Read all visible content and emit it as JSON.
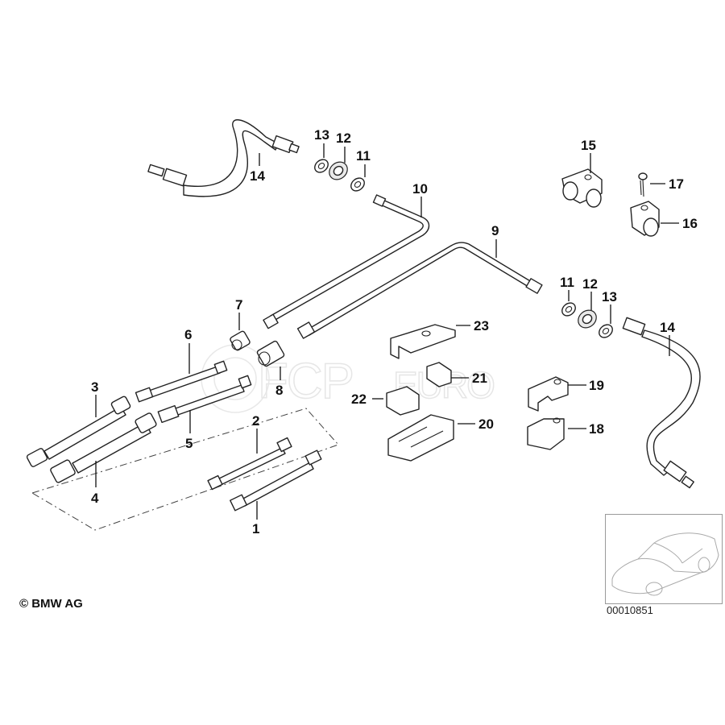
{
  "diagram": {
    "title": "Brake lines / hoses parts diagram",
    "callouts": [
      {
        "num": "1"
      },
      {
        "num": "2"
      },
      {
        "num": "3"
      },
      {
        "num": "4"
      },
      {
        "num": "5"
      },
      {
        "num": "6"
      },
      {
        "num": "7"
      },
      {
        "num": "8"
      },
      {
        "num": "9"
      },
      {
        "num": "10"
      },
      {
        "num": "11"
      },
      {
        "num": "12"
      },
      {
        "num": "13"
      },
      {
        "num": "14"
      },
      {
        "num": "15"
      },
      {
        "num": "16"
      },
      {
        "num": "17"
      },
      {
        "num": "18"
      },
      {
        "num": "19"
      },
      {
        "num": "20"
      },
      {
        "num": "21"
      },
      {
        "num": "22"
      },
      {
        "num": "23"
      }
    ],
    "callouts_repeat": {
      "n11b": "11",
      "n12b": "12",
      "n13b": "13",
      "n14b": "14"
    },
    "watermark": "FCPEURO",
    "watermark_reg": "®"
  },
  "footer": {
    "copyright": "© BMW AG",
    "reference_number": "00010851"
  },
  "thumbnail": {
    "icon": "car-outline-icon"
  }
}
